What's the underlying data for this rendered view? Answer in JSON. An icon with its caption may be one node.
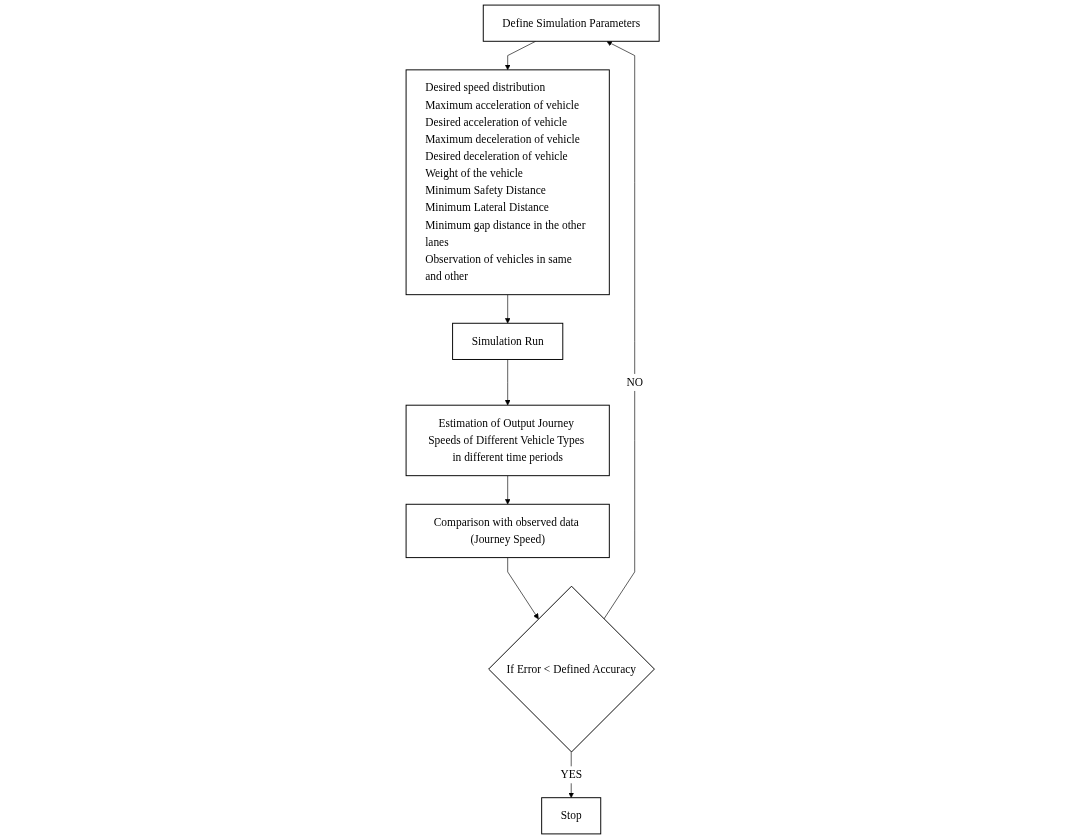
{
  "diagram": {
    "nodes": [
      {
        "text": [
          "Define Simulation Parameters"
        ]
      },
      {
        "text": [
          "Desired speed distribution",
          "Maximum acceleration of vehicle",
          "Desired acceleration of vehicle",
          "Maximum deceleration of vehicle",
          "Desired deceleration of vehicle",
          "Weight of the vehicle",
          "Minimum Safety Distance",
          "Minimum Lateral Distance",
          "Minimum gap distance in the other lanes",
          "Observation of vehicles in same and other"
        ]
      },
      {
        "text": [
          "Simulation Run"
        ]
      },
      {
        "text": [
          "Estimation of Output Journey Speeds of Different Vehicle Types in different time periods"
        ]
      },
      {
        "text": [
          "Comparison with observed data (Journey Speed)"
        ]
      },
      {
        "text": [
          "If Error < Defined Accuracy"
        ]
      },
      {
        "text": [
          "Stop"
        ]
      }
    ],
    "edges": [
      {
        "from": 0,
        "to": 1,
        "arrow": "to"
      },
      {
        "from": 1,
        "to": 2,
        "arrow": "to"
      },
      {
        "from": 2,
        "to": 3,
        "arrow": "to"
      },
      {
        "from": 3,
        "to": 4,
        "arrow": "to"
      },
      {
        "from": 4,
        "to": 5,
        "arrow": "to"
      },
      {
        "from": 5,
        "to": 0,
        "arrow": "to",
        "label": "NO"
      },
      {
        "from": 5,
        "to": 6,
        "arrow": "to",
        "label": "YES"
      }
    ]
  }
}
